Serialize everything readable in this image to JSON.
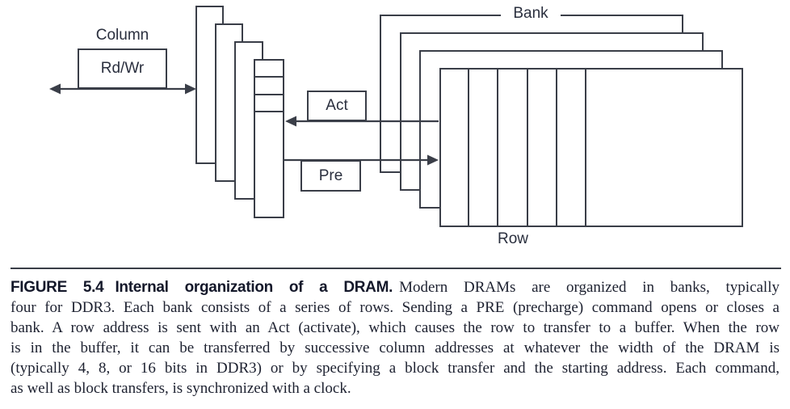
{
  "figure": {
    "labels": {
      "column": "Column",
      "rdwr": "Rd/Wr",
      "act": "Act",
      "pre": "Pre",
      "bank": "Bank",
      "row": "Row"
    },
    "structure": {
      "bank_count": 4,
      "row_lines_in_front_bank": 5,
      "buffer_panel_count": 4,
      "buffer_cell_dividers": 3
    }
  },
  "caption": {
    "figure_label": "FIGURE 5.4",
    "figure_title": "Internal organization of a DRAM.",
    "lines": [
      "Modern DRAMs are organized in banks, typically",
      "four for DDR3. Each bank consists of a series of rows. Sending a PRE (precharge) command opens or closes a",
      "bank. A row address is sent with an Act (activate), which causes the row to transfer to a buffer. When the row",
      "is in the buffer, it can be transferred by successive column addresses at whatever the width of the DRAM is",
      "(typically 4, 8, or 16 bits in DDR3) or by specifying a block transfer and the starting address. Each command,",
      "as well as block transfers, is synchronized with a clock."
    ]
  },
  "colors": {
    "background": "#ffffff",
    "line": "#3a3e48",
    "diagram_text": "#2a2f3e",
    "caption_text": "#1d2130"
  }
}
